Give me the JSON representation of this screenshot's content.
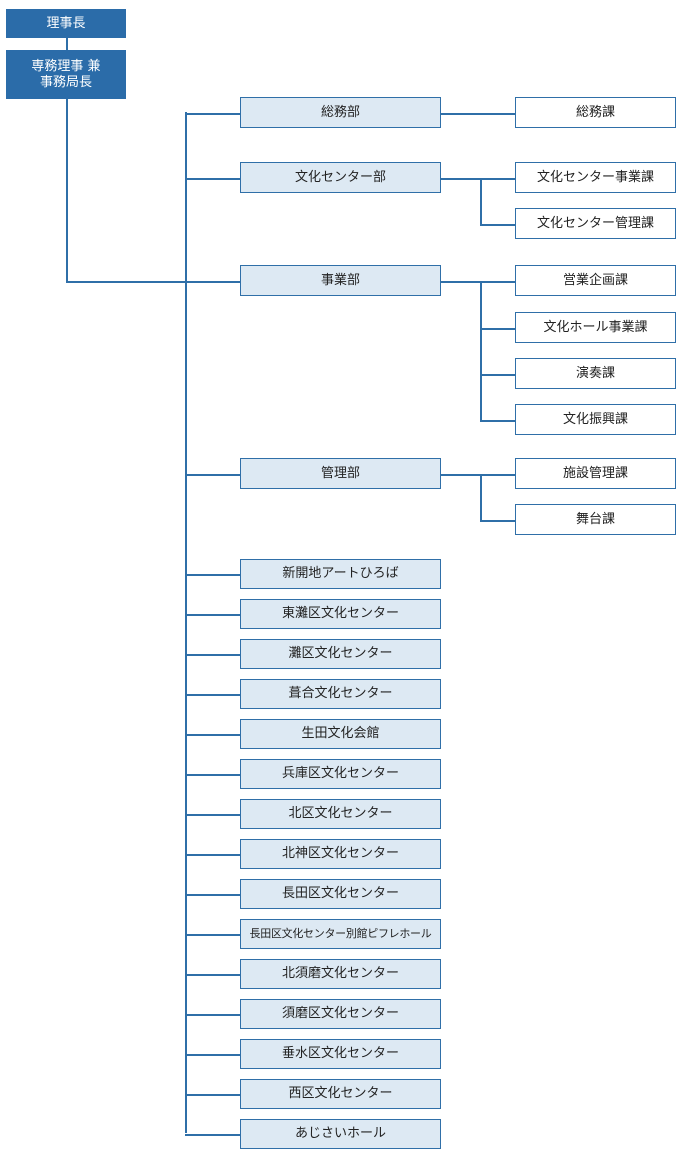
{
  "executives": {
    "chairman": "理事長",
    "director_line1": "専務理事 兼",
    "director_line2": "事務局長"
  },
  "departments": [
    {
      "name": "総務部",
      "sections": [
        "総務課"
      ]
    },
    {
      "name": "文化センター部",
      "sections": [
        "文化センター事業課",
        "文化センター管理課"
      ]
    },
    {
      "name": "事業部",
      "sections": [
        "営業企画課",
        "文化ホール事業課",
        "演奏課",
        "文化振興課"
      ]
    },
    {
      "name": "管理部",
      "sections": [
        "施設管理課",
        "舞台課"
      ]
    }
  ],
  "facilities": [
    "新開地アートひろば",
    "東灘区文化センター",
    "灘区文化センター",
    "葺合文化センター",
    "生田文化会館",
    "兵庫区文化センター",
    "北区文化センター",
    "北神区文化センター",
    "長田区文化センター",
    "長田区文化センター別館ピフレホール",
    "北須磨文化センター",
    "須磨区文化センター",
    "垂水区文化センター",
    "西区文化センター",
    "あじさいホール"
  ],
  "colors": {
    "executive_fill": "#2b6ca9",
    "department_fill": "#dde9f3",
    "border": "#2f6fa8",
    "line": "#2f6fa8"
  }
}
